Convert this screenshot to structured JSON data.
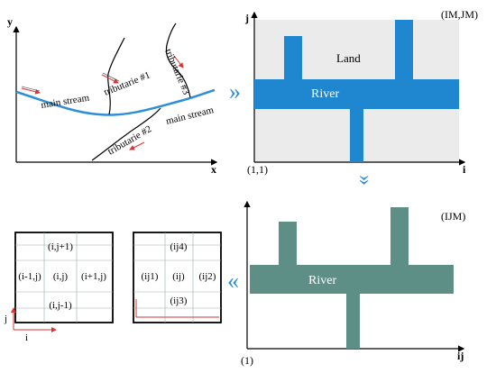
{
  "panel_a": {
    "y_axis": "y",
    "x_axis": "x",
    "main_stream_1": "main stream",
    "main_stream_2": "main stream",
    "tributary_1": "tributarie #1",
    "tributary_2": "tributarie #2",
    "tributary_3": "tributarie #3",
    "river_color": "#2e8fd6"
  },
  "panel_b": {
    "j_axis": "j",
    "i_axis": "i",
    "corner_label": "(IM,JM)",
    "origin_label": "(1,1)",
    "land_label": "Land",
    "river_label": "River",
    "land_color": "#ebebeb",
    "river_color": "#1f87cf"
  },
  "panel_c": {
    "corner_label": "(IJM)",
    "origin_label": "(1)",
    "axis_label": "ij",
    "river_label": "River",
    "river_color": "#5e8f87"
  },
  "grid_ij": {
    "cells": {
      "top": "(i,j+1)",
      "left": "(i-1,j)",
      "center": "(i,j)",
      "right": "(i+1,j)",
      "bottom": "(i,j-1)"
    },
    "j_axis": "j",
    "i_axis": "i"
  },
  "grid_seq": {
    "cells": {
      "top": "(ij4)",
      "left": "(ij1)",
      "center": "(ij)",
      "right": "(ij2)",
      "bottom": "(ij3)"
    }
  },
  "arrows": {
    "right": "»",
    "down": "»",
    "left": "«"
  }
}
